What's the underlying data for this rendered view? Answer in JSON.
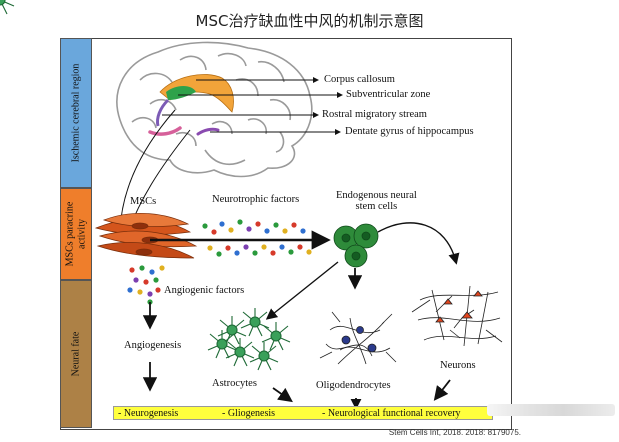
{
  "title": "MSC治疗缺血性中风的机制示意图",
  "sidebar": {
    "ischemic": "Ischemic cerebral region",
    "paracrine_line1": "MSCs paracrine",
    "paracrine_line2": "activity",
    "neural_fate": "Neural fate"
  },
  "brain_labels": {
    "corpus_callosum": "Corpus callosum",
    "subventricular_zone": "Subventricular zone",
    "rostral_migratory_stream": "Rostral migratory stream",
    "dentate_gyrus": "Dentate gyrus of hippocampus"
  },
  "labels": {
    "mscs": "MSCs",
    "neurotrophic_factors": "Neurotrophic factors",
    "endogenous_line1": "Endogenous neural",
    "endogenous_line2": "stem cells",
    "angiogenic_factors": "Angiogenic factors",
    "angiogenesis": "Angiogenesis",
    "astrocytes": "Astrocytes",
    "oligodendrocytes": "Oligodendrocytes",
    "neurons": "Neurons"
  },
  "bottom_bar": {
    "neurogenesis": "- Neurogenesis",
    "gliogenesis": "- Gliogenesis",
    "recovery": "- Neurological functional recovery"
  },
  "credit": "Stem Cells Int, 2018. 2018: 8179075.",
  "colors": {
    "ischemic_band": "#6aa7dc",
    "paracrine_band": "#ef7e2b",
    "neural_band": "#ad8146",
    "bottom_bar": "#ffff3d",
    "stem_cell": "#2e8b3a",
    "astrocyte": "#3aa05a",
    "oligodendrocyte_nucleus": "#2b3a8c",
    "neuron_body": "#e0451e",
    "msc_spindle": "#d4551c"
  }
}
